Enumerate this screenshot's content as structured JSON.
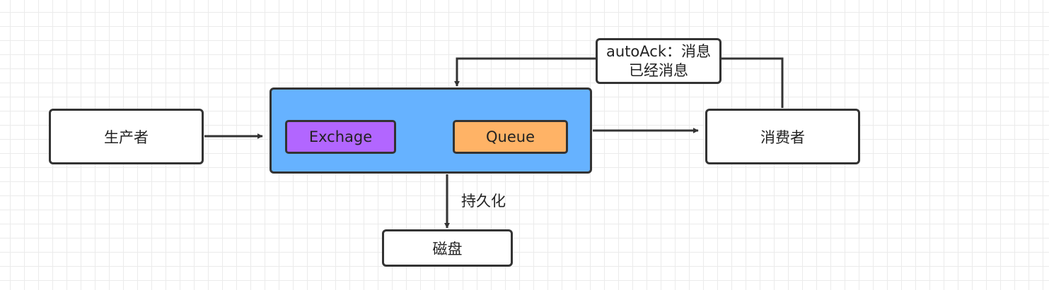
{
  "diagram": {
    "nodes": {
      "producer": "生产者",
      "exchange": "Exchage",
      "queue": "Queue",
      "consumer": "消费者",
      "disk": "磁盘"
    },
    "edge_labels": {
      "auto_ack": "autoAck：消息已经消息",
      "persist": "持久化"
    },
    "colors": {
      "broker_fill": "#66b2ff",
      "exchange_fill": "#b266ff",
      "queue_fill": "#ffb366",
      "stroke": "#333333"
    }
  }
}
